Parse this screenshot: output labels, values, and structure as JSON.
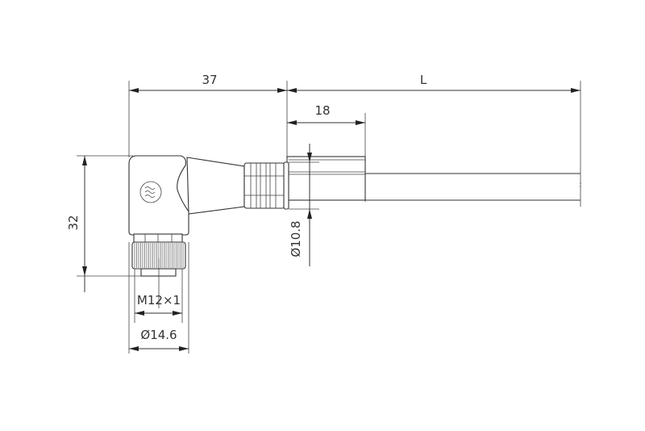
{
  "drawing": {
    "dimensions": {
      "head_length": "37",
      "cable_length": "L",
      "overmold_length": "18",
      "height": "32",
      "cable_diameter": "Ø10.8",
      "thread": "M12×1",
      "nut_diameter": "Ø14.6"
    },
    "logo_icon": "brand-logo-icon",
    "line_color": "#333333"
  }
}
